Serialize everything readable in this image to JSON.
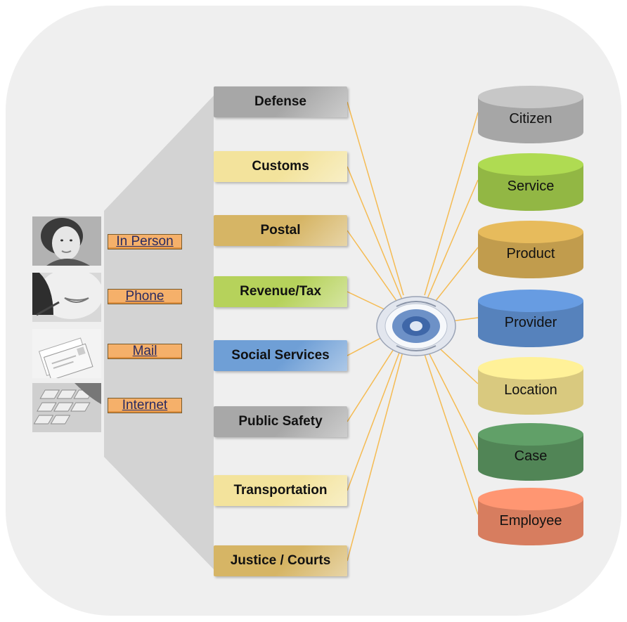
{
  "channels": [
    {
      "label": "In Person",
      "icon": "person-photo-icon"
    },
    {
      "label": "Phone",
      "icon": "phone-headset-photo-icon"
    },
    {
      "label": "Mail",
      "icon": "mail-envelopes-photo-icon"
    },
    {
      "label": "Internet",
      "icon": "keyboard-photo-icon"
    }
  ],
  "agencies": [
    {
      "label": "Defense",
      "color": "#a7a7a7"
    },
    {
      "label": "Customs",
      "color": "#f3e39c"
    },
    {
      "label": "Postal",
      "color": "#d6b565"
    },
    {
      "label": "Revenue/Tax",
      "color": "#b6d25b"
    },
    {
      "label": "Social Services",
      "color": "#6f9fd6"
    },
    {
      "label": "Public Safety",
      "color": "#a8a8a8"
    },
    {
      "label": "Transportation",
      "color": "#f3e39c"
    },
    {
      "label": "Justice / Courts",
      "color": "#d6b565"
    }
  ],
  "entities": [
    {
      "label": "Citizen",
      "color": "#b8b8b8"
    },
    {
      "label": "Service",
      "color": "#a2cb4c"
    },
    {
      "label": "Product",
      "color": "#d6ad55"
    },
    {
      "label": "Provider",
      "color": "#5f90d1"
    },
    {
      "label": "Location",
      "color": "#f1df8d"
    },
    {
      "label": "Case",
      "color": "#5a9460"
    },
    {
      "label": "Employee",
      "color": "#ef8b6a"
    }
  ],
  "hub": {
    "icon": "mdm-hub-icon"
  },
  "colors": {
    "panel": "#efefef",
    "funnel": "#d3d3d3",
    "connector": "#f5bb52"
  }
}
